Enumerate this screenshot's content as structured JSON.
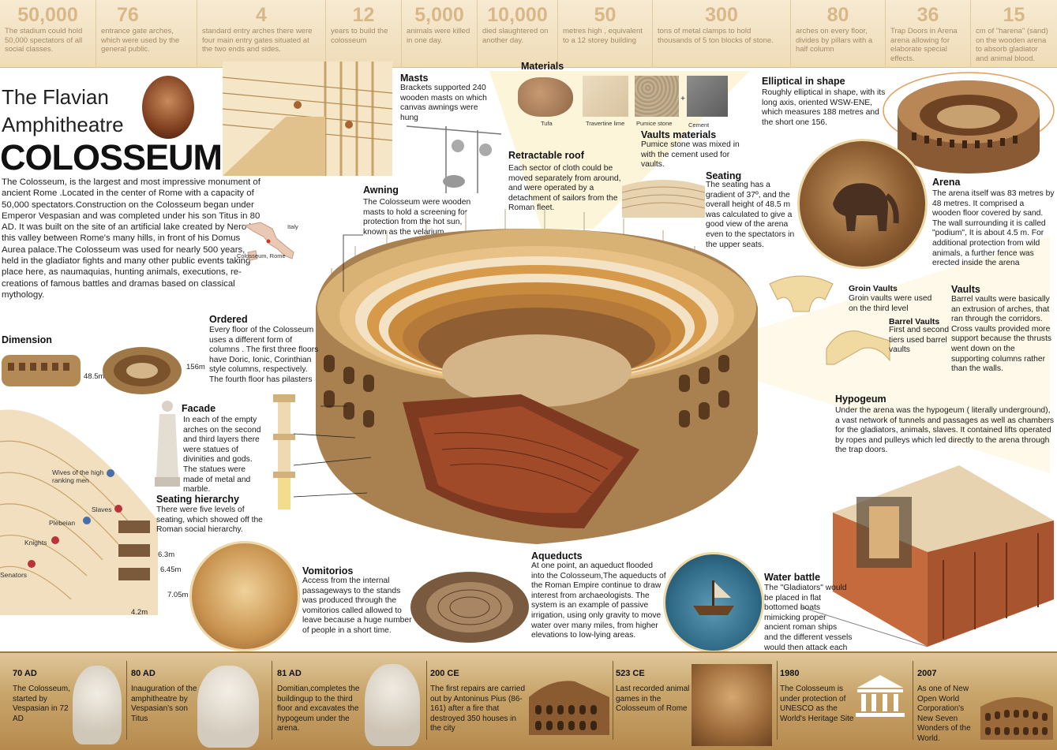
{
  "stats": [
    {
      "value": "50,000",
      "text": "The stadium could hold 50,000 spectators of all social classes."
    },
    {
      "value": "76",
      "text": "entrance gate arches, which were used by the general public."
    },
    {
      "value": "4",
      "text": "standard entry arches there were four main entry gates situated at the two ends and sides."
    },
    {
      "value": "12",
      "text": "years to build the colosseum"
    },
    {
      "value": "5,000",
      "text": "animals were killed in one day."
    },
    {
      "value": "10,000",
      "text": "died slaughtered on another day."
    },
    {
      "value": "50",
      "text": "metres high , equivalent to a 12 storey building"
    },
    {
      "value": "300",
      "text": "tons of metal clamps to hold thousands of 5 ton blocks of stone."
    },
    {
      "value": "80",
      "text": "arches on every floor, divides by pillars with a half column"
    },
    {
      "value": "36",
      "text": "Trap Doors in Arena arena allowing for elaborate special effects."
    },
    {
      "value": "15",
      "text": "cm of \"harena\" (sand) on the wooden arena to absorb gladiator and animal blood."
    }
  ],
  "title": {
    "line1": "The Flavian",
    "line2": "Amphitheatre",
    "main": "COLOSSEUM"
  },
  "intro": "The Colosseum, is the largest and most impressive monument of ancient Rome .Located in the center of Rome with a capacity of 50,000 spectators.Construction on the Colosseum began under Emperor Vespasian and was completed under his son Titus in 80 AD. It was built on the site of an artificial lake created by Nero in this valley between Rome's many hills, in front of his Domus Aurea palace.The Colosseum was used for nearly 500 years, held in the gladiator fights and many other public events taking place here, as naumaquias, hunting animals, executions, re-creations of famous battles and dramas based on classical mythology.",
  "map": {
    "label1": "Italy",
    "label2": "Colosseum, Rome"
  },
  "sections": {
    "masts": {
      "title": "Masts",
      "text": "Brackets supported 240 wooden masts on which canvas awnings were hung"
    },
    "materials": {
      "title": "Materials",
      "items": [
        "Tufa",
        "Travertine lime",
        "Pumice stone",
        "Cement"
      ],
      "plus": "+"
    },
    "elliptical": {
      "title": "Elliptical in shape",
      "text": "Roughly elliptical in shape, with its long axis, oriented WSW-ENE, which measures 188 metres and the short one 156."
    },
    "retractable": {
      "title": "Retractable roof",
      "text": "Each sector of cloth could be moved separately from around, and were operated by a detachment of sailors from the Roman fleet."
    },
    "vaults_materials": {
      "title": "Vaults materials",
      "text": "Pumice stone was mixed in with the cement used for vaults."
    },
    "awning": {
      "title": "Awning",
      "text": "The Colosseum were wooden masts to hold a screening for protection from the hot sun, known as the velarium"
    },
    "seating": {
      "title": "Seating",
      "text": "The seating has a gradient of 37º, and the overall height of 48.5 m was calculated to give a good view of the arena even to the spectators in the upper seats."
    },
    "arena": {
      "title": "Arena",
      "text": "The arena itself was 83 metres by 48 metres. It comprised a wooden floor covered by sand. The wall surrounding it is called \"podium\", It is about 4.5 m. For additional protection from wild animals, a further fence was erected inside the arena"
    },
    "groin": {
      "title": "Groin Vaults",
      "text": "Groin vaults were used on the third level"
    },
    "barrel": {
      "title": "Barrel Vaults",
      "text": "First and second tiers used barrel vaults"
    },
    "vaults": {
      "title": "Vaults",
      "text": "Barrel vaults were basically an extrusion of arches, that ran through the corridors. Cross vaults provided more support because the thrusts went down on the supporting columns rather than the walls."
    },
    "ordered": {
      "title": "Ordered",
      "text": "Every floor of the Colosseum uses a different form of columns . The first three floors have Doric, Ionic, Corinthian style columns, respectively. The fourth floor has pilasters"
    },
    "dimension": {
      "title": "Dimension",
      "h1": "48.5m",
      "h2": "156m"
    },
    "facade": {
      "title": "Facade",
      "text": "In each of the empty arches on the second and third layers there were statues of divinities and gods. The statues were made of metal and marble."
    },
    "hypogeum": {
      "title": "Hypogeum",
      "text": "Under the arena was the hypogeum ( literally underground), a vast network of tunnels and passages as well as chambers for the gladiators, animals, slaves. It contained lifts operated by ropes and pulleys which led directly to the arena through the trap doors."
    },
    "hierarchy": {
      "title": "Seating hierarchy",
      "text": "There were five levels of seating, which showed off the Roman social hierarchy.",
      "levels": [
        "Wives of the high ranking men",
        "Slaves",
        "Plebeian",
        "Knights",
        "Senators"
      ],
      "dims": [
        "6.3m",
        "6.45m",
        "7.05m",
        "4.2m"
      ]
    },
    "vomitorios": {
      "title": "Vomitorios",
      "text": "Access from the internal passageways to the stands was produced through the vomitorios called allowed to leave because a huge number of people in a short time."
    },
    "aqueducts": {
      "title": "Aqueducts",
      "text": "At one point, an aqueduct flooded into the Colosseum,The aqueducts of the Roman Empire continue to draw interest from archaeologists. The system is an example of passive irrigation, using only gravity to move water over many miles, from higher elevations to low-lying areas."
    },
    "water": {
      "title": "Water battle",
      "text": "The \"Gladiators\" would be placed in flat bottomed boats mimicking proper ancient roman ships and the different vessels would then attack each other."
    }
  },
  "timeline": [
    {
      "year": "70 AD",
      "text": "The Colosseum, started by Vespasian in 72 AD"
    },
    {
      "year": "80 AD",
      "text": "Inauguration of the amphitheatre by Vespasian's son Titus"
    },
    {
      "year": "81 AD",
      "text": "Domitian,completes the buildingup to the third floor and excavates the hypogeum under the arena."
    },
    {
      "year": "200 CE",
      "text": "The first repairs are carried out by Antoninus Pius (86-161) after a fire that destroyed 350 houses in the city"
    },
    {
      "year": "523 CE",
      "text": "Last recorded animal games in the Colosseum of Rome"
    },
    {
      "year": "1980",
      "text": "The Colosseum is under protection of UNESCO as the World's Heritage Site"
    },
    {
      "year": "2007",
      "text": "As one of New Open World Corporation's New Seven Wonders of the World."
    }
  ],
  "colors": {
    "sand": "#d8b888",
    "stone": "#c89a5c",
    "brick": "#9c4a2a",
    "parchment": "#c9a66c"
  }
}
